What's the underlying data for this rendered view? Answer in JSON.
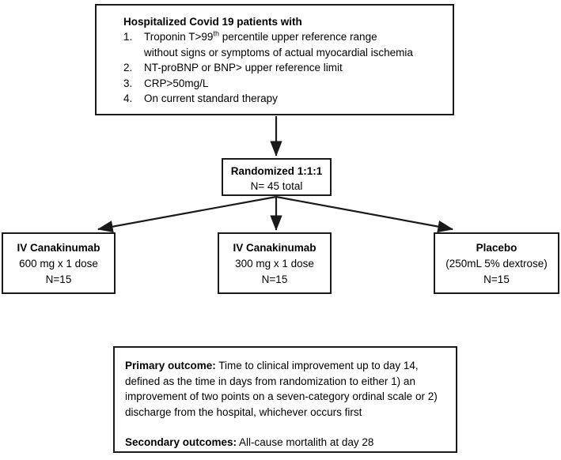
{
  "diagram": {
    "title": "CONSORT-style trial flow diagram",
    "stroke_color": "#1a1a1a",
    "background_color": "#ffffff"
  },
  "eligibility": {
    "title": "Hospitalized Covid 19 patients with",
    "criteria": [
      {
        "number": "1.",
        "text_before_sup": "Troponin T>99",
        "sup": "th",
        "text_after_sup": " percentile upper reference range",
        "continuation": "without signs or symptoms of actual myocardial ischemia"
      },
      {
        "number": "2.",
        "text_before_sup": "NT-proBNP or BNP> upper reference limit",
        "sup": "",
        "text_after_sup": "",
        "continuation": ""
      },
      {
        "number": "3.",
        "text_before_sup": "CRP>50mg/L",
        "sup": "",
        "text_after_sup": "",
        "continuation": ""
      },
      {
        "number": "4.",
        "text_before_sup": "On current standard therapy",
        "sup": "",
        "text_after_sup": "",
        "continuation": ""
      }
    ]
  },
  "randomization": {
    "title": "Randomized 1:1:1",
    "total": "N= 45 total"
  },
  "arms": [
    {
      "title": "IV Canakinumab",
      "dose": "600 mg x 1 dose",
      "n": "N=15"
    },
    {
      "title": "IV Canakinumab",
      "dose": "300 mg x 1 dose",
      "n": "N=15"
    },
    {
      "title": "Placebo",
      "dose": "(250mL 5% dextrose)",
      "n": "N=15"
    }
  ],
  "outcomes": {
    "primary_label": "Primary outcome:",
    "primary_text": " Time to clinical improvement up to day 14, defined as the time in days from randomization to either 1) an improvement of two points on a seven-category ordinal scale or 2) discharge from the hospital, whichever occurs first",
    "secondary_label": "Secondary outcomes:",
    "secondary_text": " All-cause mortalith at day 28"
  }
}
